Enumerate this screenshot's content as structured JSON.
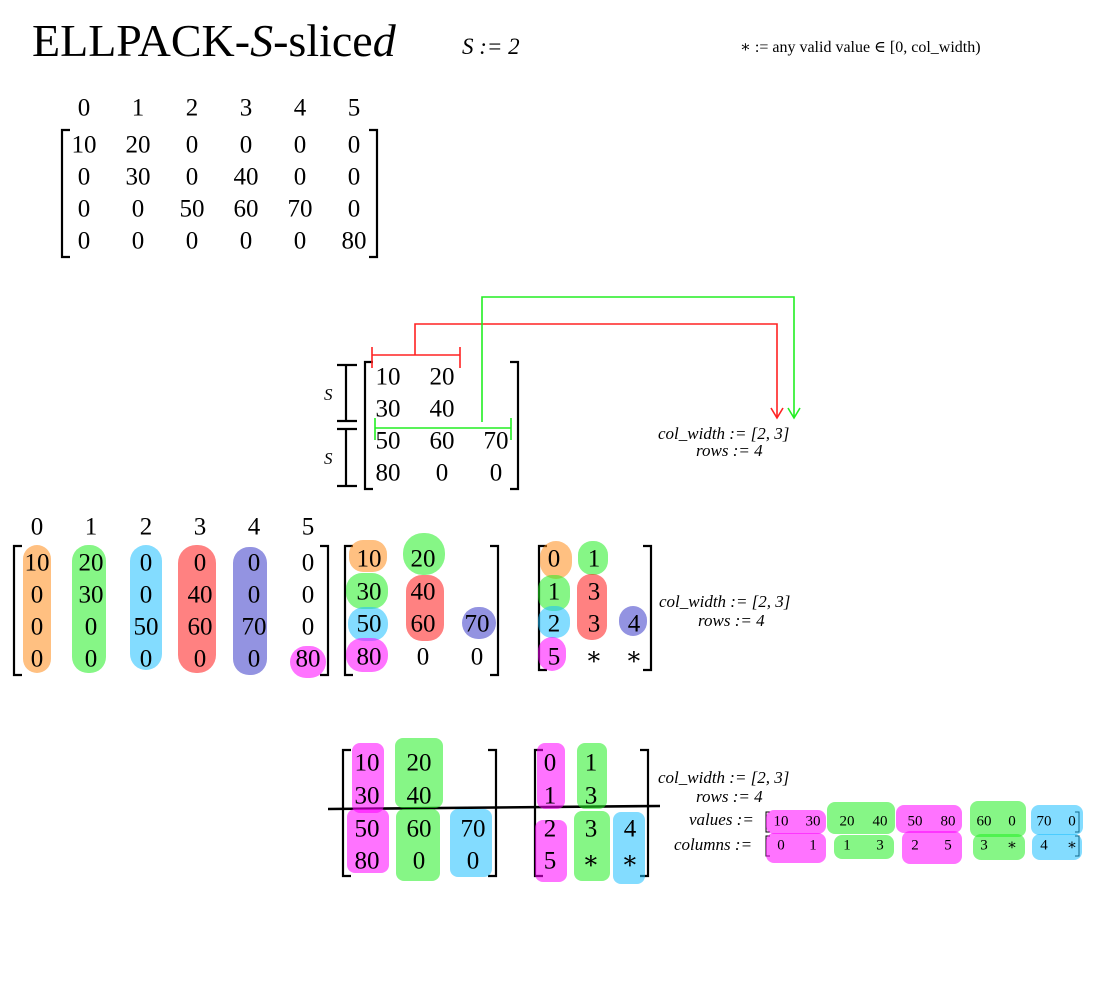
{
  "title": {
    "prefix": "ELLPACK-",
    "s": "S",
    "mid": "-slice",
    "d": "d"
  },
  "s_def": "S := 2",
  "star_def": "∗ := any valid value ∈ [0, col_width)",
  "matrix": {
    "col_headers": [
      "0",
      "1",
      "2",
      "3",
      "4",
      "5"
    ],
    "rows": [
      [
        "10",
        "20",
        "0",
        "0",
        "0",
        "0"
      ],
      [
        "0",
        "30",
        "0",
        "40",
        "0",
        "0"
      ],
      [
        "0",
        "0",
        "50",
        "60",
        "70",
        "0"
      ],
      [
        "0",
        "0",
        "0",
        "0",
        "0",
        "80"
      ]
    ]
  },
  "sliced": {
    "s_label": "S",
    "rows": [
      [
        "10",
        "20",
        ""
      ],
      [
        "30",
        "40",
        ""
      ],
      [
        "50",
        "60",
        "70"
      ],
      [
        "80",
        "0",
        "0"
      ]
    ],
    "col_width_label": "col_width := [2, 3]",
    "rows_label": "rows := 4"
  },
  "colored": {
    "values": [
      [
        "10",
        "20",
        ""
      ],
      [
        "30",
        "40",
        ""
      ],
      [
        "50",
        "60",
        "70"
      ],
      [
        "80",
        "0",
        "0"
      ]
    ],
    "columns": [
      [
        "0",
        "1",
        ""
      ],
      [
        "1",
        "3",
        ""
      ],
      [
        "2",
        "3",
        "4"
      ],
      [
        "5",
        "∗",
        "∗"
      ]
    ],
    "col_width_label": "col_width := [2, 3]",
    "rows_label": "rows := 4"
  },
  "final": {
    "col_width_label": "col_width := [2, 3]",
    "rows_label": "rows := 4",
    "values_label": "values :=",
    "columns_label": "columns :=",
    "values": [
      "10",
      "30",
      "20",
      "40",
      "50",
      "80",
      "60",
      "0",
      "70",
      "0"
    ],
    "columns": [
      "0",
      "1",
      "1",
      "3",
      "2",
      "5",
      "3",
      "∗",
      "4",
      "∗"
    ]
  },
  "colors": {
    "orange": "#ff9a3c",
    "green": "#22ee22",
    "cyan": "#29b6f6",
    "red": "#ff2020",
    "purple": "#3b3bc0",
    "magenta": "#ff00ff",
    "arrow_red": "#ff2222",
    "arrow_green": "#22ee22"
  }
}
